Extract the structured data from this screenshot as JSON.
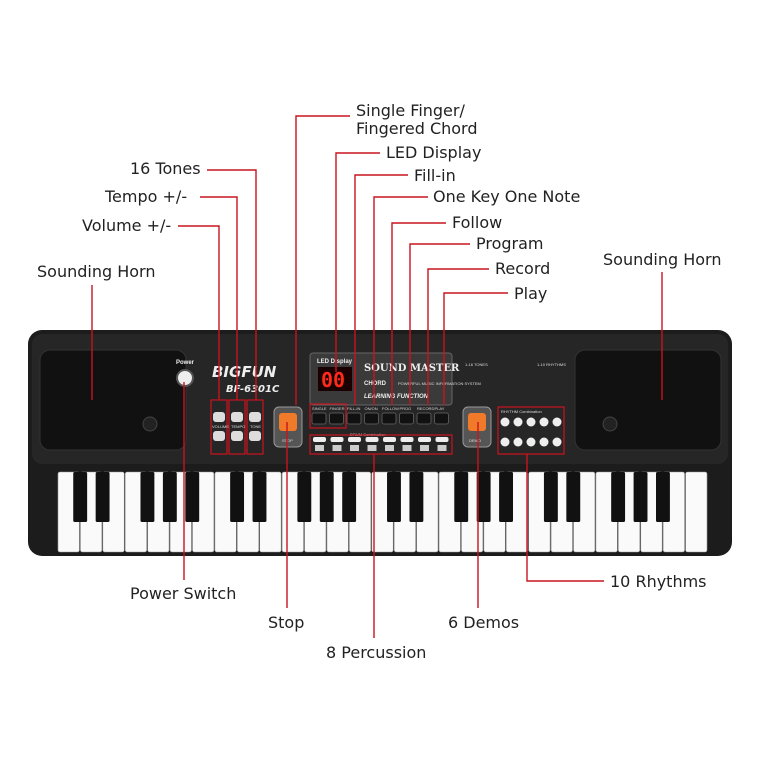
{
  "callouts": {
    "single_finger_1": "Single Finger/",
    "single_finger_2": "Fingered Chord",
    "led_display": "LED Display",
    "fill_in": "Fill-in",
    "one_key": "One Key One Note",
    "follow": "Follow",
    "program": "Program",
    "record": "Record",
    "play": "Play",
    "tones": "16 Tones",
    "tempo": "Tempo +/-",
    "volume": "Volume +/-",
    "horn_left": "Sounding Horn",
    "horn_right": "Sounding Horn",
    "power": "Power Switch",
    "stop": "Stop",
    "percussion": "8 Percussion",
    "demos": "6 Demos",
    "rhythms": "10 Rhythms"
  },
  "panel": {
    "power_label": "Power",
    "brand": "BIGFUN",
    "model": "BF-6301C",
    "led_label": "LED Display",
    "led_value": "00",
    "sound_master": "SOUND MASTER",
    "chord": "CHORD",
    "powerful": "POWERFUL MUSIC INFORMATION SYSTEM",
    "learning": "LEARNING FUNCTION",
    "tones_title": "1-16 TONES",
    "rhythms_title": "1-10 RHYTHMS",
    "rhythm_combination": "RHYTHM Combination",
    "drum_combination": "DRUM Combination",
    "volume": "VOLUME",
    "tempo": "TEMPO",
    "tone": "TONE",
    "stop": "STOP",
    "demo": "DEMO",
    "func_buttons": [
      "SINGLE",
      "FINGER",
      "FILL-IN",
      "ON/ON",
      "FOLLOW",
      "PROG",
      "RECORD",
      "PLAY"
    ]
  },
  "colors": {
    "callout_line": "#c8141e",
    "body": "#1a1a1a",
    "accent": "#f07a2a",
    "led": "#ff2a1a"
  }
}
